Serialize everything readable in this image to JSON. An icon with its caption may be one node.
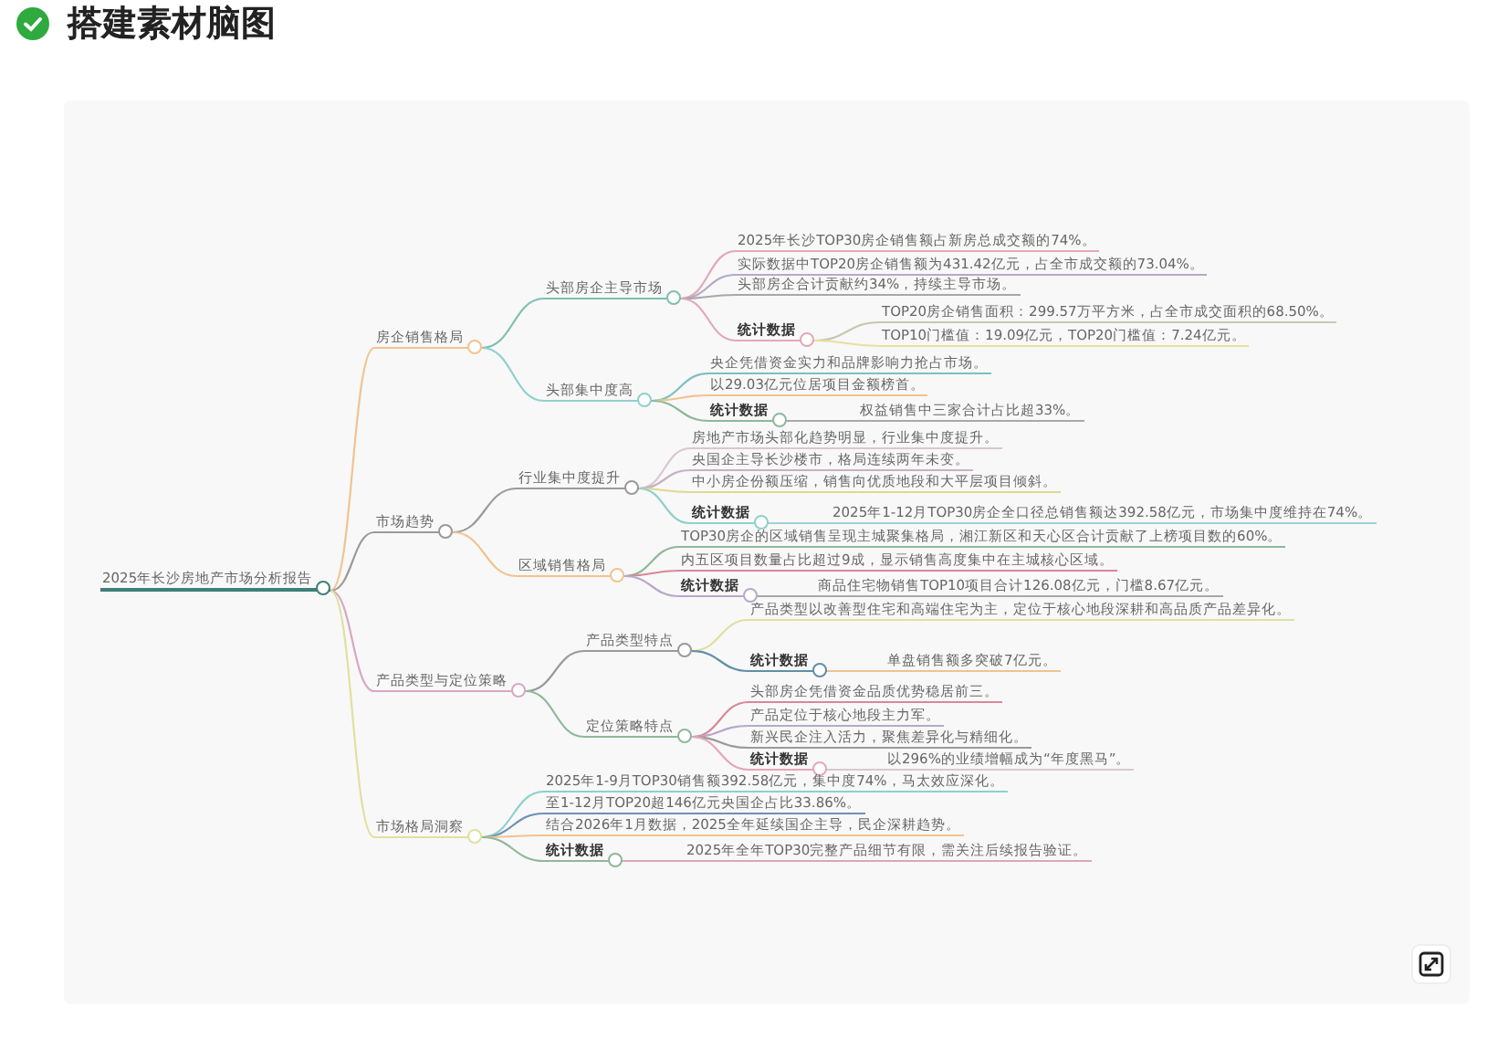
{
  "diagram": {
    "title": "搭建素材脑图",
    "nodes": [
      {
        "text": [
          "2025年长沙房地产市场分析报告"
        ]
      },
      {
        "text": [
          "房企销售格局"
        ]
      },
      {
        "text": [
          "头部房企主导市场"
        ]
      },
      {
        "text": [
          "2025年长沙TOP30房企销售额占新房总成交额的74%。"
        ]
      },
      {
        "text": [
          "实际数据中TOP20房企销售额为431.42亿元，占全市成交额的73.04%。"
        ]
      },
      {
        "text": [
          "头部房企合计贡献约34%，持续主导市场。"
        ]
      },
      {
        "text": [
          "统计数据"
        ]
      },
      {
        "text": [
          "TOP20房企销售面积：299.57万平方米，占全市成交面积的68.50%。"
        ]
      },
      {
        "text": [
          "TOP10门槛值：19.09亿元，TOP20门槛值：7.24亿元。"
        ]
      },
      {
        "text": [
          "头部集中度高"
        ]
      },
      {
        "text": [
          "央企凭借资金实力和品牌影响力抢占市场。"
        ]
      },
      {
        "text": [
          "以29.03亿元位居项目金额榜首。"
        ]
      },
      {
        "text": [
          "统计数据"
        ]
      },
      {
        "text": [
          "权益销售中三家合计占比超33%。"
        ]
      },
      {
        "text": [
          "市场趋势"
        ]
      },
      {
        "text": [
          "行业集中度提升"
        ]
      },
      {
        "text": [
          "房地产市场头部化趋势明显，行业集中度提升。"
        ]
      },
      {
        "text": [
          "央国企主导长沙楼市，格局连续两年未变。"
        ]
      },
      {
        "text": [
          "中小房企份额压缩，销售向优质地段和大平层项目倾斜。"
        ]
      },
      {
        "text": [
          "统计数据"
        ]
      },
      {
        "text": [
          "2025年1-12月TOP30房企全口径总销售额达392.58亿元，市场集中度维持在74%。"
        ]
      },
      {
        "text": [
          "区域销售格局"
        ]
      },
      {
        "text": [
          "TOP30房企的区域销售呈现主城聚集格局，湘江新区和天心区合计贡献了上榜项目数的60%。"
        ]
      },
      {
        "text": [
          "内五区项目数量占比超过9成，显示销售高度集中在主城核心区域。"
        ]
      },
      {
        "text": [
          "统计数据"
        ]
      },
      {
        "text": [
          "商品住宅物销售TOP10项目合计126.08亿元，门槛8.67亿元。"
        ]
      },
      {
        "text": [
          "产品类型与定位策略"
        ]
      },
      {
        "text": [
          "产品类型特点"
        ]
      },
      {
        "text": [
          "产品类型以改善型住宅和高端住宅为主，定位于核心地段深耕和高品质产品差异化。"
        ]
      },
      {
        "text": [
          "统计数据"
        ]
      },
      {
        "text": [
          "单盘销售额多突破7亿元。"
        ]
      },
      {
        "text": [
          "定位策略特点"
        ]
      },
      {
        "text": [
          "头部房企凭借资金品质优势稳居前三。"
        ]
      },
      {
        "text": [
          "产品定位于核心地段主力军。"
        ]
      },
      {
        "text": [
          "新兴民企注入活力，聚焦差异化与精细化。"
        ]
      },
      {
        "text": [
          "统计数据"
        ]
      },
      {
        "text": [
          "以296%的业绩增幅成为“年度黑马”。"
        ]
      },
      {
        "text": [
          "市场格局洞察"
        ]
      },
      {
        "text": [
          "2025年1-9月TOP30销售额392.58亿元，集中度74%，马太效应深化。"
        ]
      },
      {
        "text": [
          "至1-12月TOP20超146亿元央国企占比33.86%。"
        ]
      },
      {
        "text": [
          "结合2026年1月数据，2025全年延续国企主导，民企深耕趋势。"
        ]
      },
      {
        "text": [
          "统计数据"
        ]
      },
      {
        "text": [
          "2025年全年TOP30完整产品细节有限，需关注后续报告验证。"
        ]
      }
    ],
    "edges": [
      {
        "from": 0,
        "to": 1,
        "arrow": "none",
        "color": "#f2c38f"
      },
      {
        "from": 1,
        "to": 2,
        "arrow": "none",
        "color": "#7fbfae"
      },
      {
        "from": 2,
        "to": 3,
        "arrow": "none",
        "color": "#e3a8b8"
      },
      {
        "from": 2,
        "to": 4,
        "arrow": "none",
        "color": "#b8a8c8"
      },
      {
        "from": 2,
        "to": 5,
        "arrow": "none",
        "color": "#a8a8a8"
      },
      {
        "from": 2,
        "to": 6,
        "arrow": "none",
        "color": "#e3a8b8"
      },
      {
        "from": 6,
        "to": 7,
        "arrow": "none",
        "color": "#c8c8b0"
      },
      {
        "from": 6,
        "to": 8,
        "arrow": "none",
        "color": "#e8e0a0"
      },
      {
        "from": 1,
        "to": 9,
        "arrow": "none",
        "color": "#8fd0cc"
      },
      {
        "from": 9,
        "to": 10,
        "arrow": "none",
        "color": "#7fbfc0"
      },
      {
        "from": 9,
        "to": 11,
        "arrow": "none",
        "color": "#f2c38f"
      },
      {
        "from": 9,
        "to": 12,
        "arrow": "none",
        "color": "#8fb89a"
      },
      {
        "from": 12,
        "to": 13,
        "arrow": "none",
        "color": "#a8a8a8"
      },
      {
        "from": 0,
        "to": 14,
        "arrow": "none",
        "color": "#9a9a9a"
      },
      {
        "from": 14,
        "to": 15,
        "arrow": "none",
        "color": "#9a9a9a"
      },
      {
        "from": 15,
        "to": 16,
        "arrow": "none",
        "color": "#d8c8d0"
      },
      {
        "from": 15,
        "to": 17,
        "arrow": "none",
        "color": "#c8b0c0"
      },
      {
        "from": 15,
        "to": 18,
        "arrow": "none",
        "color": "#e0d890"
      },
      {
        "from": 15,
        "to": 19,
        "arrow": "none",
        "color": "#8fd0cc"
      },
      {
        "from": 19,
        "to": 20,
        "arrow": "none",
        "color": "#9fd0d8"
      },
      {
        "from": 14,
        "to": 21,
        "arrow": "none",
        "color": "#f2c38f"
      },
      {
        "from": 21,
        "to": 22,
        "arrow": "none",
        "color": "#8fb89a"
      },
      {
        "from": 21,
        "to": 23,
        "arrow": "none",
        "color": "#d88898"
      },
      {
        "from": 21,
        "to": 24,
        "arrow": "none",
        "color": "#b8a8c8"
      },
      {
        "from": 24,
        "to": 25,
        "arrow": "none",
        "color": "#a8a8a8"
      },
      {
        "from": 0,
        "to": 26,
        "arrow": "none",
        "color": "#d8a8c0"
      },
      {
        "from": 26,
        "to": 27,
        "arrow": "none",
        "color": "#9a9a9a"
      },
      {
        "from": 27,
        "to": 28,
        "arrow": "none",
        "color": "#e0e0a0"
      },
      {
        "from": 27,
        "to": 29,
        "arrow": "none",
        "color": "#5f8fa8"
      },
      {
        "from": 29,
        "to": 30,
        "arrow": "none",
        "color": "#f2c38f"
      },
      {
        "from": 26,
        "to": 31,
        "arrow": "none",
        "color": "#8fb89a"
      },
      {
        "from": 31,
        "to": 32,
        "arrow": "none",
        "color": "#d88898"
      },
      {
        "from": 31,
        "to": 33,
        "arrow": "none",
        "color": "#b8a8c8"
      },
      {
        "from": 31,
        "to": 34,
        "arrow": "none",
        "color": "#9a9a9a"
      },
      {
        "from": 31,
        "to": 35,
        "arrow": "none",
        "color": "#e3a8b8"
      },
      {
        "from": 35,
        "to": 36,
        "arrow": "none",
        "color": "#d8c8d0"
      },
      {
        "from": 0,
        "to": 37,
        "arrow": "none",
        "color": "#e0e0a0"
      },
      {
        "from": 37,
        "to": 38,
        "arrow": "none",
        "color": "#8fd0cc"
      },
      {
        "from": 37,
        "to": 39,
        "arrow": "none",
        "color": "#6f8fb8"
      },
      {
        "from": 37,
        "to": 40,
        "arrow": "none",
        "color": "#f2c38f"
      },
      {
        "from": 37,
        "to": 41,
        "arrow": "none",
        "color": "#8fb89a"
      },
      {
        "from": 41,
        "to": 42,
        "arrow": "none",
        "color": "#d8a8b8"
      }
    ]
  }
}
